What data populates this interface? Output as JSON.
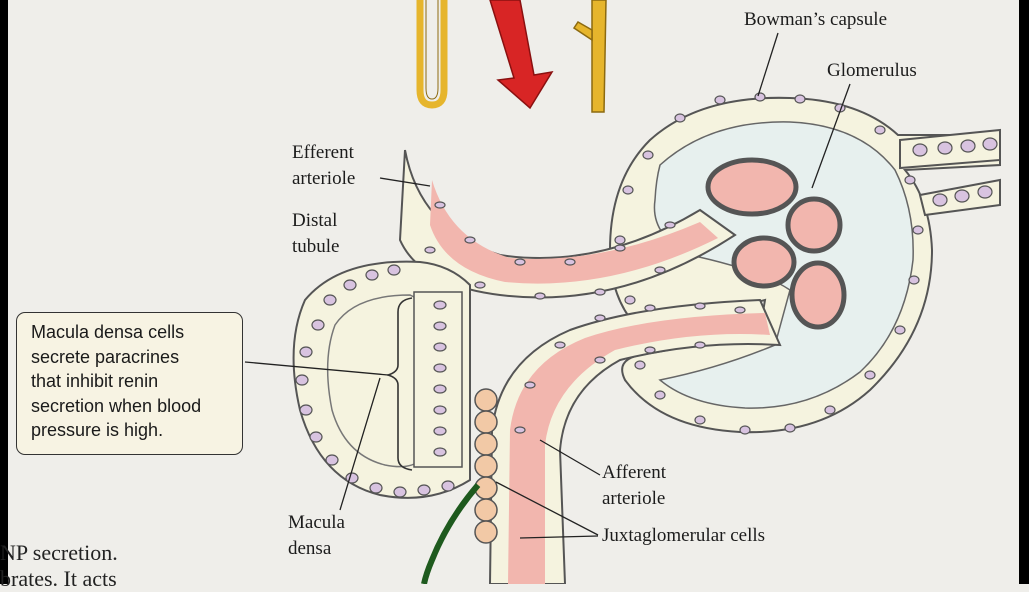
{
  "labels": {
    "bowmans_capsule": "Bowman’s capsule",
    "glomerulus": "Glomerulus",
    "efferent_arteriole": [
      "Efferent",
      "arteriole"
    ],
    "distal_tubule": [
      "Distal",
      "tubule"
    ],
    "afferent_arteriole": [
      "Afferent",
      "arteriole"
    ],
    "juxtaglomerular_cells": "Juxtaglomerular cells",
    "macula_densa": [
      "Macula",
      "densa"
    ]
  },
  "callout": {
    "lines": [
      "Macula densa cells",
      "secrete paracrines",
      "that inhibit renin",
      "secretion when blood",
      "pressure is high."
    ]
  },
  "page_text": {
    "line1": "NP secretion.",
    "line2": "brates. It acts"
  },
  "colors": {
    "background": "#efeeea",
    "blood": "#f2b6ae",
    "wall": "#f5f3df",
    "nucleus": "#d8c3e0",
    "jg_cells": "#f2c9a6",
    "arrow_red": "#d82525",
    "nerve_yellow": "#e6b52c",
    "nerve_green": "#1e5a1e"
  }
}
